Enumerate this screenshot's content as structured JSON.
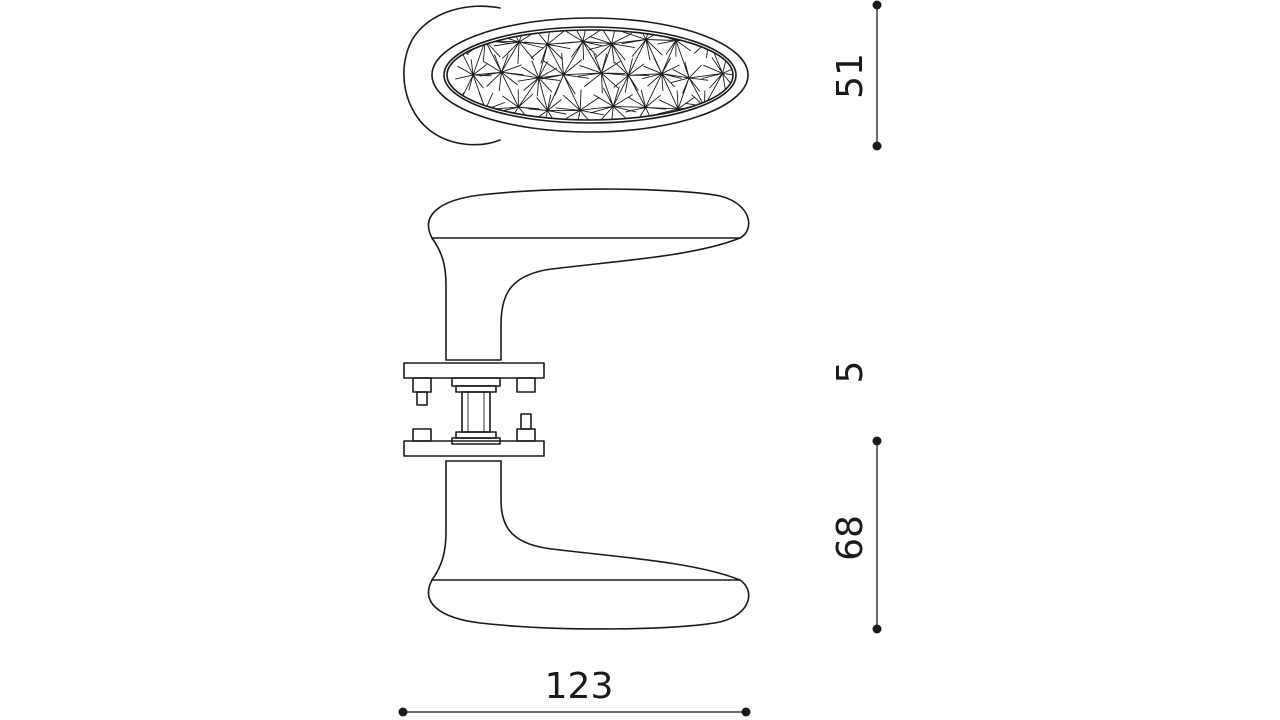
{
  "dimensions": {
    "top_height": "51",
    "gap": "5",
    "handle_height": "68",
    "total_width": "123"
  },
  "colors": {
    "line": "#1a1a1a",
    "background": "#ffffff"
  }
}
